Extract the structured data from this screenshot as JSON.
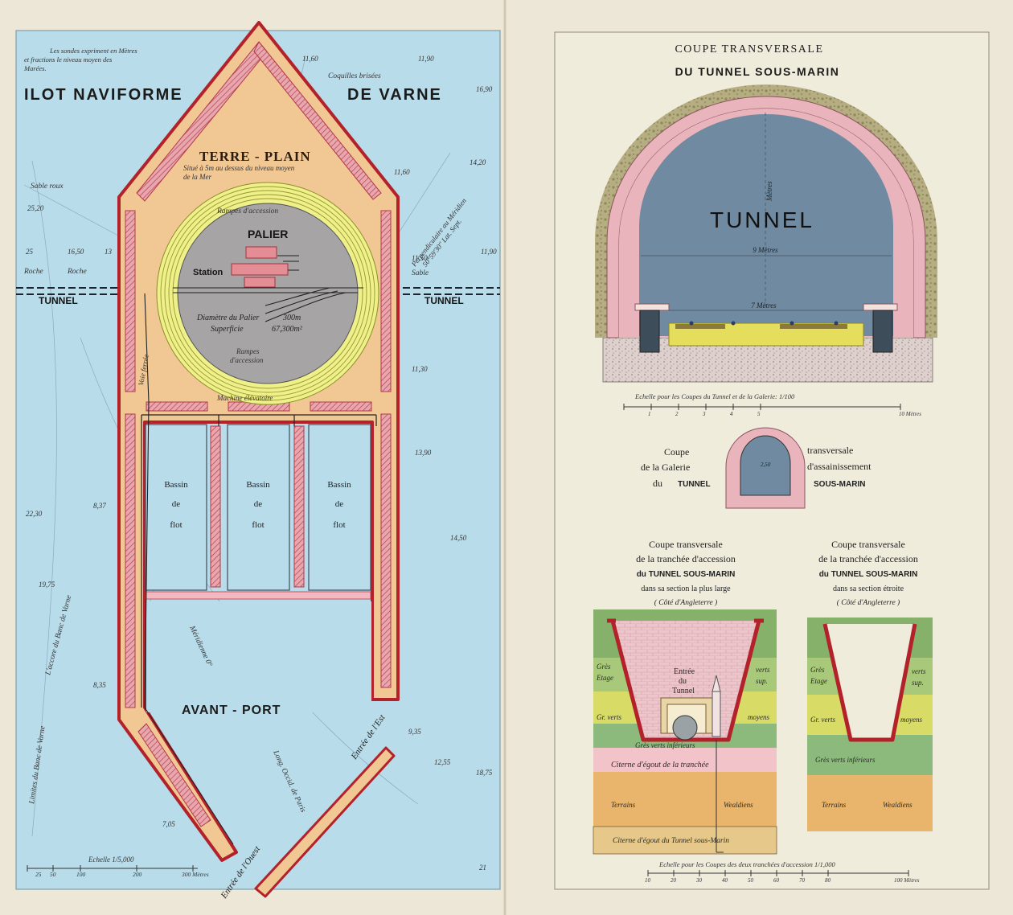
{
  "plan": {
    "title_left": "ILOT NAVIFORME",
    "title_right": "DE VARNE",
    "soundings_note": [
      "Les sondes expriment en Mètres",
      "et fractions le niveau moyen des",
      "Marées."
    ],
    "terre_plain": "TERRE - PLAIN",
    "terre_plain_note": [
      "Situé à 5m au dessus du niveau moyen",
      "de la Mer"
    ],
    "palier": "PALIER",
    "station": "Station",
    "rampes_top": "Rampes d'accession",
    "rampes_bottom": [
      "Rampes",
      "d'accession"
    ],
    "diametre": "Diamètre du Palier",
    "diametre_value": "300m",
    "superficie": "Superficie",
    "superficie_value": "67,300m²",
    "tunnel_left": "TUNNEL",
    "tunnel_right": "TUNNEL",
    "machine": "Machine élévatoire",
    "bassin": [
      "Bassin",
      "de",
      "flot"
    ],
    "avant_port": "AVANT - PORT",
    "entree_est": "Entrée de l'Est",
    "entree_ouest": "Entrée de l'Ouest",
    "voie_ferree": "Voie ferrée",
    "meridienne": "Méridienne 0°",
    "longitude": "Long. Occid. de Paris",
    "perpendiculaire": [
      "Perpendiculaire au Méridien",
      "50°59'30\" Lat. Sept."
    ],
    "limites": "Limites du Banc de Varne",
    "accore": "L'accore du Banc de Varne",
    "coquilles": "Coquilles brisées",
    "sable_roux": "Sable roux",
    "sable": "Sable",
    "roche": "Roche",
    "soundings": [
      "11,60",
      "11,90",
      "16,90",
      "14,20",
      "11,60",
      "25,20",
      "25",
      "16,50",
      "13",
      "11,50",
      "11,90",
      "11,30",
      "13,90",
      "8,37",
      "22,30",
      "14,50",
      "19,75",
      "8,35",
      "9,35",
      "12,55",
      "18,75",
      "7,05",
      "21"
    ],
    "echelle": "Echelle 1/5,000",
    "scale_ticks": [
      "25",
      "50",
      "100",
      "200",
      "300 Mètres"
    ]
  },
  "coupe_tunnel": {
    "title1": "COUPE TRANSVERSALE",
    "title2": "DU TUNNEL SOUS-MARIN",
    "tunnel": "TUNNEL",
    "metres9": "9 Mètres",
    "metres7": "7 Mètres",
    "height": "Mètres"
  },
  "echelle_tunnel": {
    "label": "Echelle pour les Coupes du Tunnel et de la Galerie: 1/100",
    "ticks": [
      "1",
      "2",
      "3",
      "4",
      "5",
      "10 Mètres"
    ]
  },
  "galerie": {
    "l1a": "Coupe",
    "l1b": "transversale",
    "l2a": "de la Galerie",
    "l2b": "d'assainissement",
    "l3a": "du",
    "l3b": "TUNNEL",
    "l3c": "SOUS-MARIN",
    "dim": "2,50"
  },
  "tranchee_large": {
    "title": [
      "Coupe transversale",
      "de la tranchée d'accession",
      "du TUNNEL SOUS-MARIN",
      "dans sa section la plus large",
      "( Côté d'Angleterre )"
    ],
    "entree": [
      "Entrée",
      "du",
      "Tunnel"
    ],
    "gres_l": [
      "Grès",
      "Etage"
    ],
    "gres_r": [
      "verts",
      "sup."
    ],
    "grverts": "Gr. verts",
    "moyens": "moyens",
    "inferieurs": "Grès verts inférieurs",
    "citerne_tranchee": "Citerne d'égout de la tranchée",
    "terrains": "Terrains",
    "wealdiens": "Wealdiens",
    "citerne_tunnel": "Citerne d'égout du Tunnel sous-Marin"
  },
  "tranchee_etroite": {
    "title": [
      "Coupe transversale",
      "de la tranchée d'accession",
      "du TUNNEL SOUS-MARIN",
      "dans sa section étroite",
      "( Côté d'Angleterre )"
    ],
    "gres_l": [
      "Grès",
      "Etage"
    ],
    "gres_r": [
      "verts",
      "sup."
    ],
    "grverts": "Gr. verts",
    "moyens": "moyens",
    "inferieurs": "Grès verts inférieurs",
    "terrains": "Terrains",
    "wealdiens": "Wealdiens"
  },
  "echelle_tranchees": {
    "label": "Echelle pour les Coupes des deux tranchées d'accession 1/1,000",
    "ticks": [
      "10",
      "20",
      "30",
      "40",
      "50",
      "60",
      "70",
      "80",
      "100 Mètres"
    ]
  }
}
